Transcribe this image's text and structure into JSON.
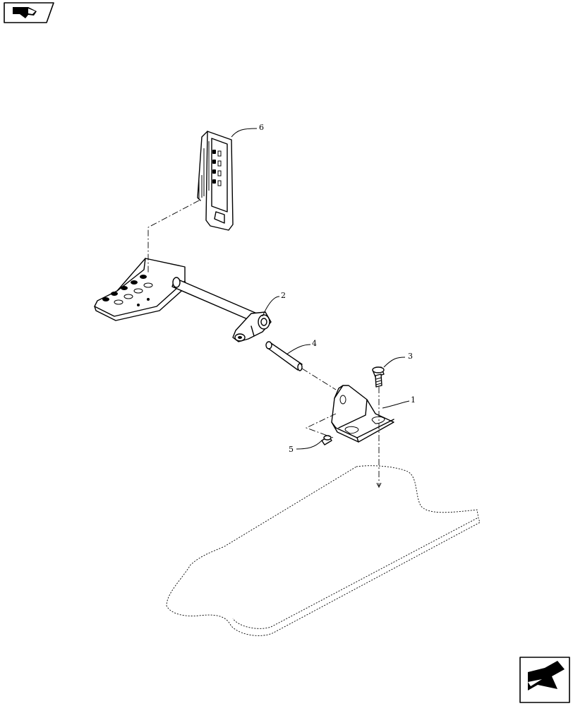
{
  "callouts": [
    {
      "id": "callout-1",
      "text": "1"
    },
    {
      "id": "callout-2",
      "text": "2"
    },
    {
      "id": "callout-3",
      "text": "3"
    },
    {
      "id": "callout-4",
      "text": "4"
    },
    {
      "id": "callout-5",
      "text": "5"
    },
    {
      "id": "callout-6",
      "text": "6"
    }
  ],
  "icons": {
    "top_left": "parts-catalog-logo-icon",
    "bottom_right": "next-page-arrow-icon"
  }
}
